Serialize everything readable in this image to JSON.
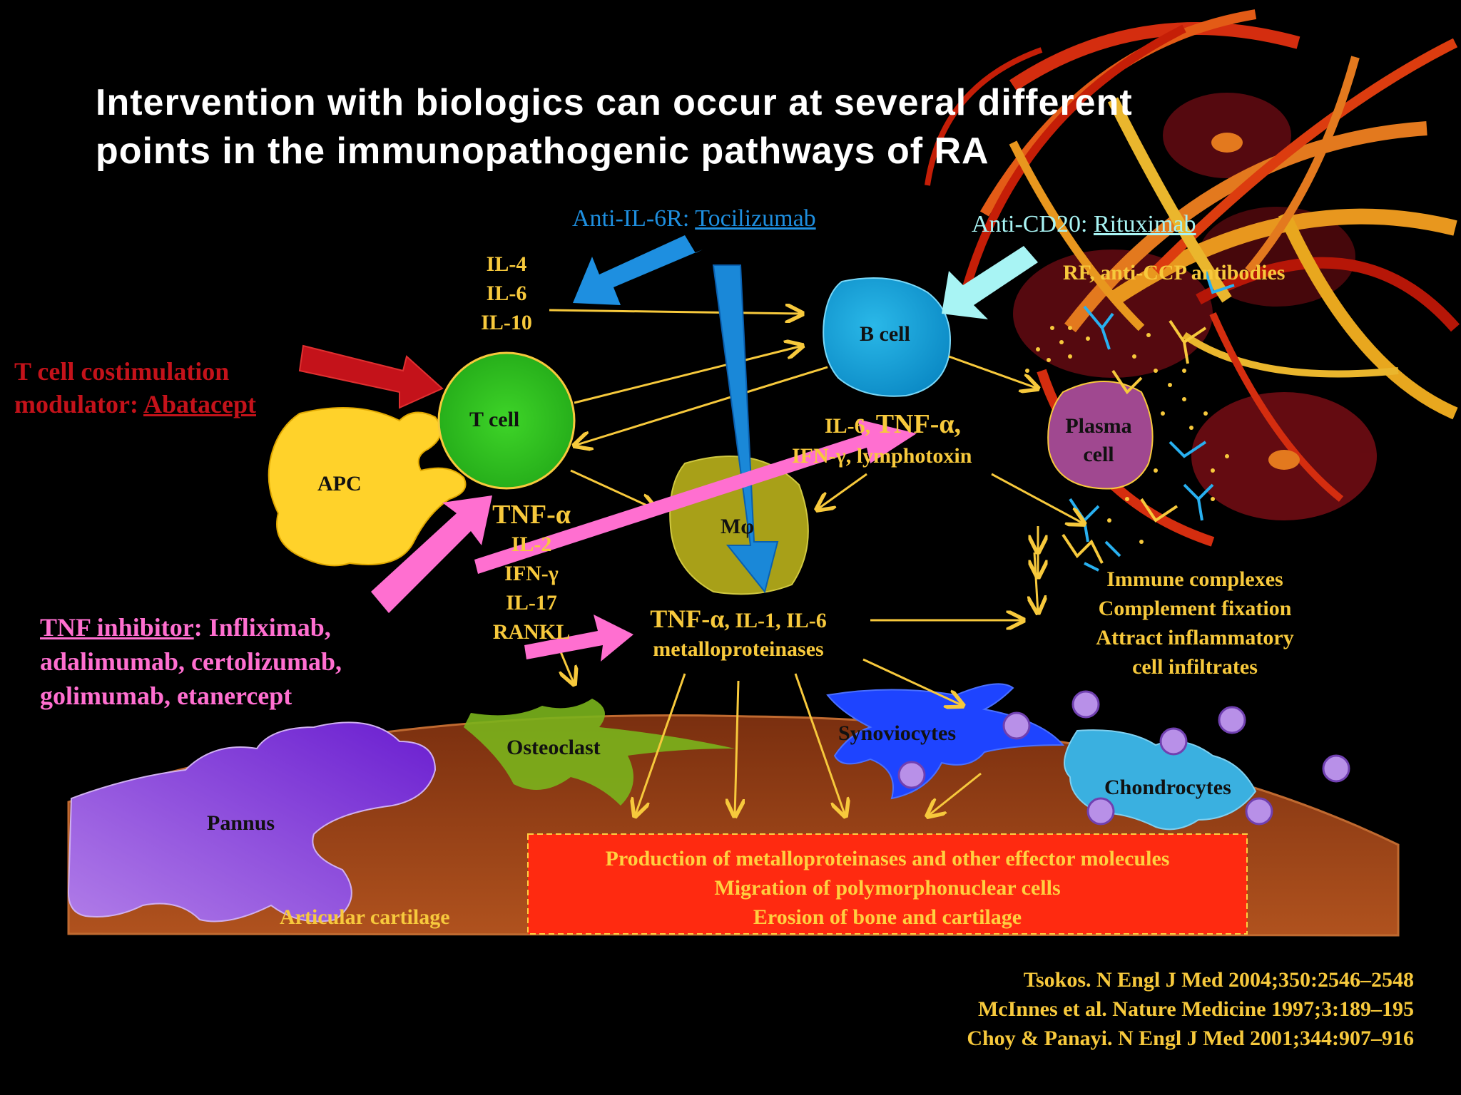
{
  "title_line1": "Intervention with biologics can occur at several different",
  "title_line2": "points in the immunopathogenic pathways of RA",
  "tocilizumab": {
    "prefix": "Anti-IL-6R: ",
    "drug": "Tocilizumab"
  },
  "rituximab": {
    "prefix": "Anti-CD20: ",
    "drug": "Rituximab"
  },
  "antibodies_label": "RF, anti-CCP antibodies",
  "abatacept": {
    "line1": "T cell costimulation",
    "line2_prefix": "modulator: ",
    "drug": "Abatacept"
  },
  "tnf_inhibitor": {
    "head": "TNF inhibitor",
    "line1_rest": ": Infliximab,",
    "line2": "adalimumab, certolizumab,",
    "line3": "golimumab, etanercept"
  },
  "cytokines_top": [
    "IL-4",
    "IL-6",
    "IL-10"
  ],
  "cytokines_left": [
    "TNF-α",
    "IL-2",
    "IFN-γ",
    "IL-17",
    "RANKL"
  ],
  "b_cell_out": {
    "line1_a": "IL-6, ",
    "line1_b": "TNF-α,",
    "line2": "IFN-γ, lymphotoxin"
  },
  "macrophage_out": {
    "line1_a": "TNF-α",
    "line1_b": ", IL-1, IL-6",
    "line2": "metalloproteinases"
  },
  "cells": {
    "t_cell": "T cell",
    "b_cell": "B cell",
    "apc": "APC",
    "plasma_cell": [
      "Plasma",
      "cell"
    ],
    "macrophage": "Mφ",
    "osteoclast": "Osteoclast",
    "synoviocytes": "Synoviocytes",
    "chondrocytes": "Chondrocytes",
    "pannus": "Pannus",
    "cartilage": "Articular cartilage"
  },
  "immune_effects": [
    "Immune complexes",
    "Complement fixation",
    "Attract inflammatory",
    "cell infiltrates"
  ],
  "effector_box": [
    "Production of metalloproteinases and other effector molecules",
    "Migration of polymorphonuclear cells",
    "Erosion of bone and cartilage"
  ],
  "references": [
    "Tsokos. N Engl J Med 2004;350:2546–2548",
    "McInnes et al. Nature Medicine 1997;3:189–195",
    "Choy & Panayi. N Engl J Med 2001;344:907–916"
  ],
  "colors": {
    "background": "#000000",
    "cytokine_text": "#f7c93c",
    "tnf_pink": "#ff6fd0",
    "tocilizumab_blue": "#1e8fe0",
    "rituximab_cyan": "#a8f4f4",
    "abatacept_red": "#c4121a",
    "effector_box": "#ff2a10",
    "cartilage": "#8a3a14"
  }
}
